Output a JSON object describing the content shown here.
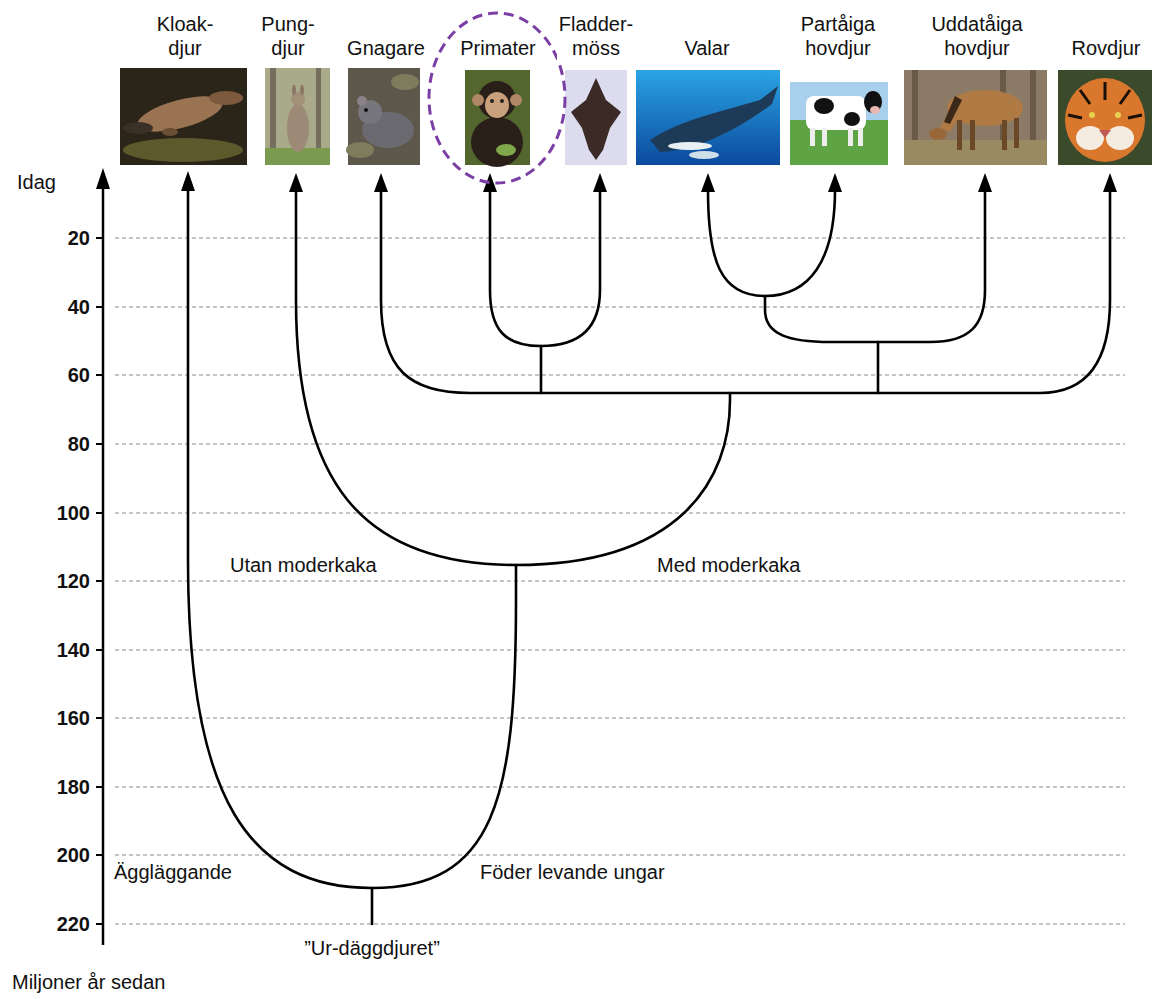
{
  "diagram": {
    "nodes": [
      {
        "text": [
          "Kloak- djur"
        ]
      },
      {
        "text": [
          "Pung- djur"
        ]
      },
      {
        "text": [
          "Gnagare"
        ]
      },
      {
        "text": [
          "Primater"
        ]
      },
      {
        "text": [
          "Fladder- möss"
        ]
      },
      {
        "text": [
          "Valar"
        ]
      },
      {
        "text": [
          "Partåiga hovdjur"
        ]
      },
      {
        "text": [
          "Uddatåiga hovdjur"
        ]
      },
      {
        "text": [
          "Rovdjur"
        ]
      }
    ],
    "labels": [
      "Idag",
      "20",
      "40",
      "60",
      "80",
      "100",
      "120",
      "140",
      "160",
      "180",
      "200",
      "220",
      "Miljoner år sedan",
      "Äggläggande",
      "Föder levande ungar",
      "Utan moderkaka",
      "Med moderkaka",
      "”Ur-däggdjuret”"
    ]
  }
}
